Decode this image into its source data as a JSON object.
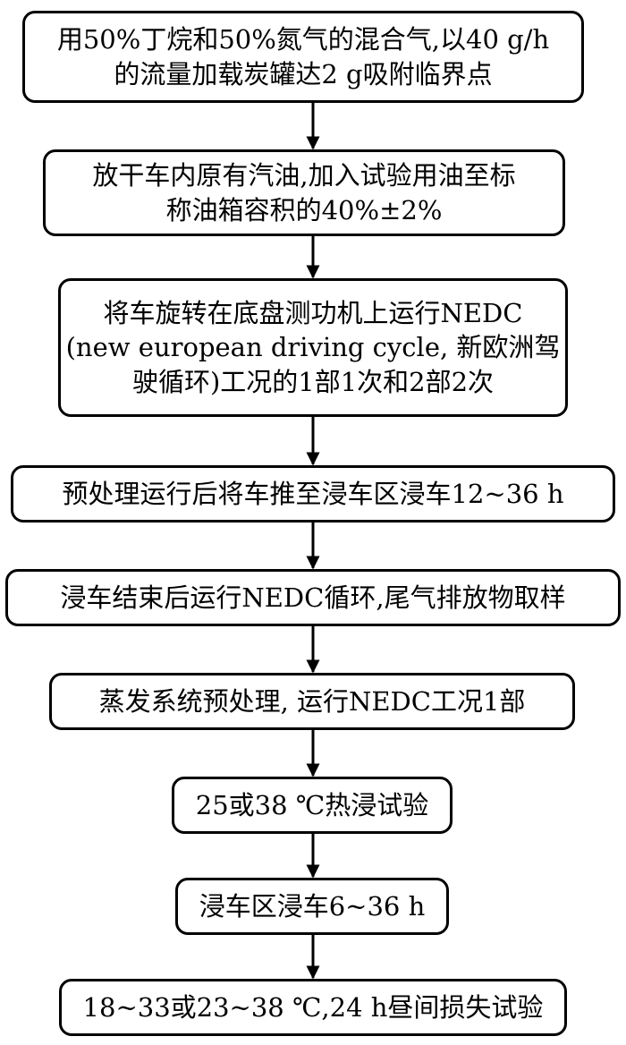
{
  "steps": [
    {
      "lines": [
        "用50%丁烷和50%氮气的混合气,以40 g/h",
        "的流量加载炭罐达2 g吸附临界点"
      ]
    },
    {
      "lines": [
        "放干车内原有汽油,加入试验用油至标",
        "称油箱容积的40%±2%"
      ]
    },
    {
      "lines": [
        "将车旋转在底盘测功机上运行NEDC",
        "(new european driving cycle, 新欧洲驾",
        "驶循环)工况的1部1次和2部2次"
      ]
    },
    {
      "lines": [
        "预处理运行后将车推至浸车区浸车12~36 h"
      ]
    },
    {
      "lines": [
        "浸车结束后运行NEDC循环,尾气排放物取样"
      ]
    },
    {
      "lines": [
        "蒸发系统预处理, 运行NEDC工况1部"
      ]
    },
    {
      "lines": [
        "25或38 ℃热浸试验"
      ]
    },
    {
      "lines": [
        "浸车区浸车6~36 h"
      ]
    },
    {
      "lines": [
        "18~33或23~38 ℃,24 h昼间损失试验"
      ]
    }
  ]
}
